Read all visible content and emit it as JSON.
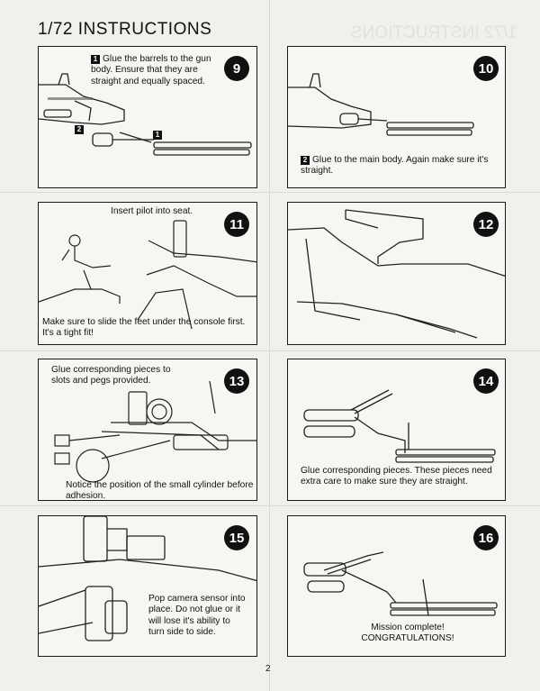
{
  "page": {
    "title": "1/72 INSTRUCTIONS",
    "page_number": "2"
  },
  "steps": [
    {
      "number": "9",
      "callout_1": "1",
      "text": "Glue the barrels to the gun body. Ensure that they are straight and equally spaced.",
      "callout_2": "2",
      "callout_3": "1"
    },
    {
      "number": "10",
      "callout": "2",
      "text": "Glue to the main body. Again make sure it's straight."
    },
    {
      "number": "11",
      "text_top": "Insert pilot into seat.",
      "text_bottom": "Make sure to slide the feet under the console first. It's a tight fit!"
    },
    {
      "number": "12"
    },
    {
      "number": "13",
      "text_top": "Glue corresponding pieces to slots and pegs provided.",
      "text_bottom": "Notice the position of the small cylinder before adhesion."
    },
    {
      "number": "14",
      "text": "Glue corresponding pieces. These pieces need extra care to make sure they are straight."
    },
    {
      "number": "15",
      "text": "Pop camera sensor into place. Do not glue or it will lose it's ability to turn side to side."
    },
    {
      "number": "16",
      "text_1": "Mission complete!",
      "text_2": "CONGRATULATIONS!"
    }
  ]
}
